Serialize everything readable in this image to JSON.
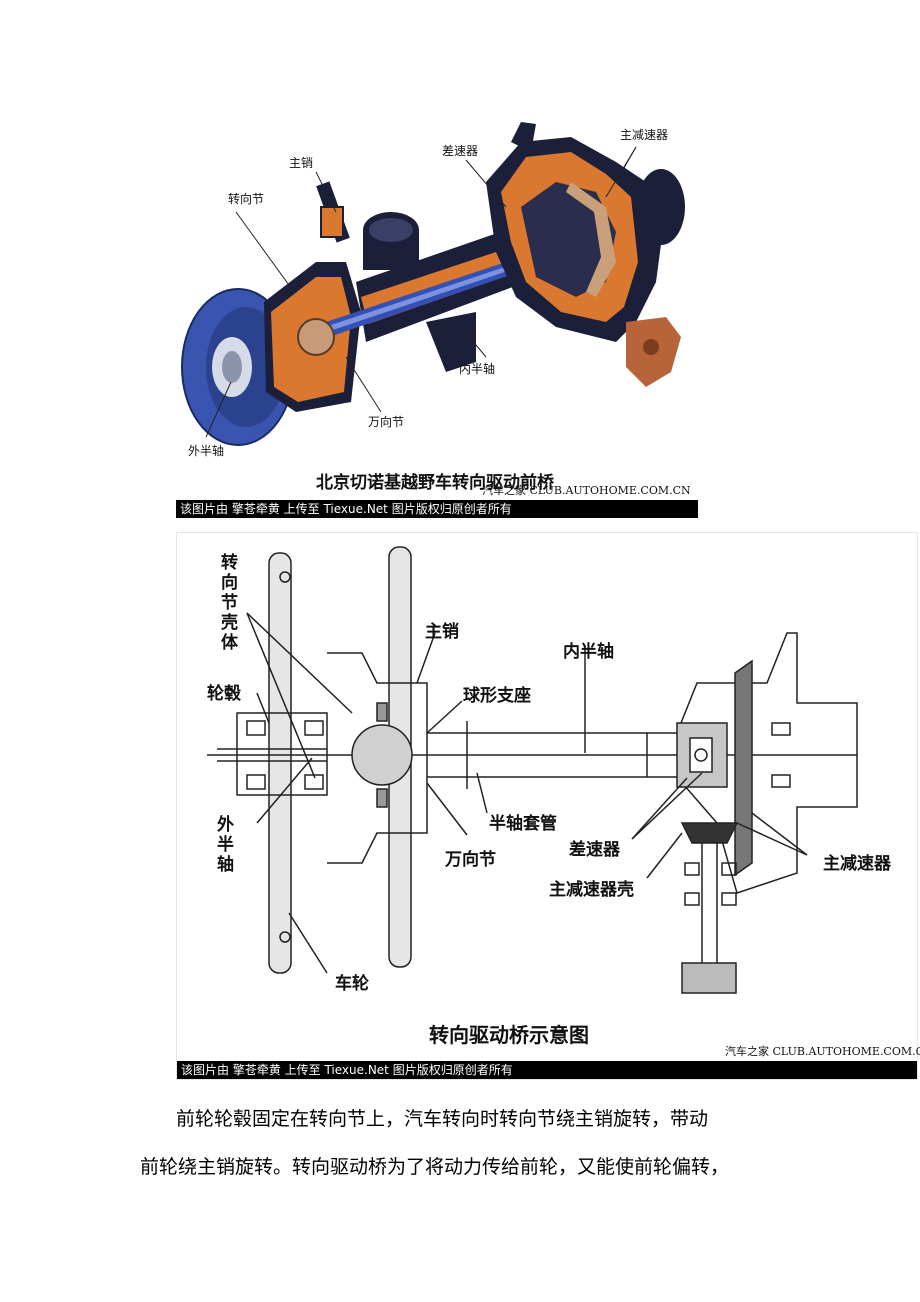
{
  "figure1": {
    "labels": {
      "zhuxiao": "主销",
      "zhuanxiangjie": "转向节",
      "chasuqi": "差速器",
      "zhujiansuqi": "主减速器",
      "neibanzhou": "内半轴",
      "wanxiangjie": "万向节",
      "waibanzhou": "外半轴"
    },
    "title": "北京切诺基越野车转向驱动前桥",
    "watermark": "汽车之家 CLUB.AUTOHOME.COM.CN",
    "caption": "该图片由 擎苍牵黄 上传至 Tiexue.Net 图片版权归原创者所有"
  },
  "figure2": {
    "labels": {
      "zhuanxiangjieketi": "转向节壳体",
      "lungu": "轮毂",
      "zhuxiao": "主销",
      "qiuxingzhizuo": "球形支座",
      "neibanzhou": "内半轴",
      "waibanzhou": "外半轴",
      "banzhoutaoguan": "半轴套管",
      "wanxiangjie": "万向节",
      "chasuqi": "差速器",
      "zhujiansuqi": "主减速器",
      "zhujiansuqike": "主减速器壳",
      "chelun": "车轮"
    },
    "title": "转向驱动桥示意图",
    "watermark": "汽车之家 CLUB.AUTOHOME.COM.CN",
    "caption": "该图片由 擎苍牵黄 上传至 Tiexue.Net 图片版权归原创者所有"
  },
  "body": {
    "line1": "前轮轮毂固定在转向节上，汽车转向时转向节绕主销旋转，带动",
    "line2": "前轮绕主销旋转。转向驱动桥为了将动力传给前轮，又能使前轮偏转，"
  },
  "colors": {
    "orange": "#d9782e",
    "blue": "#2e4a9a",
    "dark": "#1c1f3a",
    "copper": "#b8643a"
  }
}
